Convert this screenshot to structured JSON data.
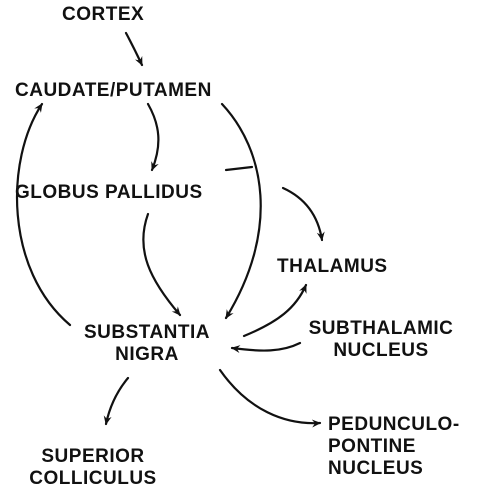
{
  "nodes": {
    "cortex": {
      "label": "CORTEX"
    },
    "caudate_putamen": {
      "label": "CAUDATE/PUTAMEN"
    },
    "globus_pallidus": {
      "label": "GLOBUS PALLIDUS"
    },
    "thalamus": {
      "label": "THALAMUS"
    },
    "substantia_nigra": {
      "line1": "SUBSTANTIA",
      "line2": "NIGRA"
    },
    "subthalamic_nucleus": {
      "line1": "SUBTHALAMIC",
      "line2": "NUCLEUS"
    },
    "pedunculopontine_nucleus": {
      "line1": "PEDUNCULO-",
      "line2": "PONTINE",
      "line3": "NUCLEUS"
    },
    "superior_colliculus": {
      "line1": "SUPERIOR",
      "line2": "COLLICULUS"
    }
  },
  "edges": [
    {
      "from": "cortex",
      "to": "caudate_putamen"
    },
    {
      "from": "caudate_putamen",
      "to": "globus_pallidus"
    },
    {
      "from": "caudate_putamen",
      "to": "substantia_nigra"
    },
    {
      "from": "globus_pallidus",
      "to": "substantia_nigra"
    },
    {
      "from": "globus_pallidus",
      "to": "thalamus"
    },
    {
      "from": "substantia_nigra",
      "to": "caudate_putamen"
    },
    {
      "from": "substantia_nigra",
      "to": "thalamus"
    },
    {
      "from": "subthalamic_nucleus",
      "to": "substantia_nigra"
    },
    {
      "from": "substantia_nigra",
      "to": "pedunculopontine_nucleus"
    },
    {
      "from": "substantia_nigra",
      "to": "superior_colliculus"
    }
  ]
}
